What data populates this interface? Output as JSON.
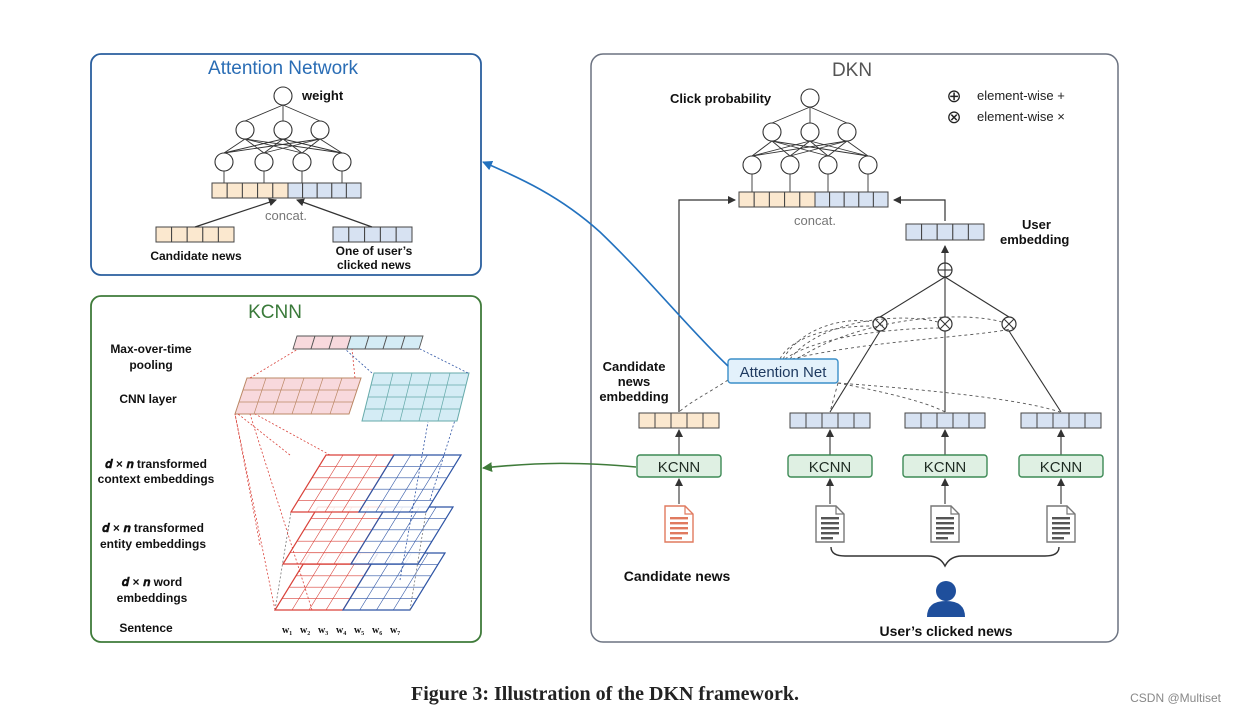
{
  "attention_panel": {
    "title": "Attention Network",
    "weight_label": "weight",
    "concat_label": "concat.",
    "candidate_label": "Candidate news",
    "clicked_label_1": "One of user’s",
    "clicked_label_2": "clicked news"
  },
  "kcnn_panel": {
    "title": "KCNN",
    "pooling_1": "Max-over-time",
    "pooling_2": "pooling",
    "cnn_layer": "CNN layer",
    "context_1": "𝒅 × 𝒏 transformed",
    "context_2": "context embeddings",
    "entity_1": "𝒅 × 𝒏 transformed",
    "entity_2": "entity embeddings",
    "word_1": "𝒅 × 𝒏 word",
    "word_2": "embeddings",
    "sentence": "Sentence",
    "words": [
      "w₁",
      "w₂",
      "w₃",
      "w₄",
      "w₅",
      "w₆",
      "w₇"
    ]
  },
  "dkn_panel": {
    "title": "DKN",
    "click_probability": "Click probability",
    "legend_plus_symbol": "⊕",
    "legend_plus": "element-wise +",
    "legend_times_symbol": "⊗",
    "legend_times": "element-wise ×",
    "concat_label": "concat.",
    "user_emb_1": "User",
    "user_emb_2": "embedding",
    "cand_emb_1": "Candidate",
    "cand_emb_2": "news",
    "cand_emb_3": "embedding",
    "attention_net": "Attention Net",
    "kcnn_labels": [
      "KCNN",
      "KCNN",
      "KCNN",
      "KCNN"
    ],
    "candidate_news": "Candidate news",
    "users_clicked": "User’s clicked news"
  },
  "caption": "Figure 3: Illustration of the DKN framework.",
  "watermark": "CSDN @Multiset",
  "colors": {
    "blue_title": "#2a6db5",
    "green_title": "#3a7a3a",
    "tan_cell": "#fbe8cf",
    "blue_cell": "#d7e2f2",
    "kcnn_fill": "#dff0e3",
    "kcnn_border": "#3d8a55",
    "attn_fill": "#e3f1fb",
    "red": "#d9423a",
    "navy": "#2f55a5",
    "user_icon": "#1f4f9c"
  }
}
